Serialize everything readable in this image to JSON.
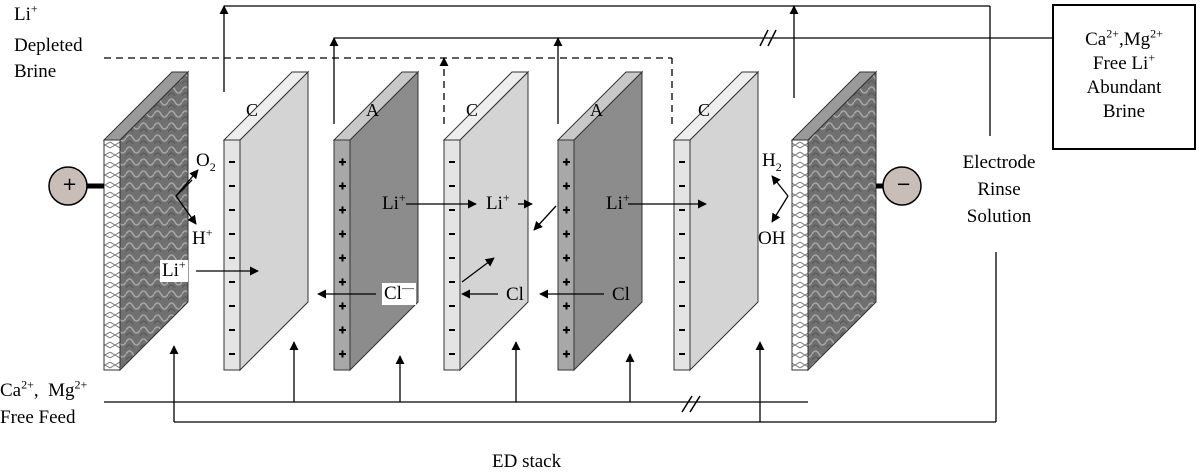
{
  "labels": {
    "depleted_brine": {
      "species": "Li",
      "charge": "+",
      "line2": "Depleted",
      "line3": "Brine"
    },
    "feed": {
      "ca": "Ca",
      "ca_charge": "2+",
      "sep": ",",
      "mg": "Mg",
      "mg_charge": "2+",
      "line2": "Free Feed"
    },
    "stack_caption": "ED stack",
    "rinse": {
      "line1": "Electrode",
      "line2": "Rinse",
      "line3": "Solution"
    },
    "product_box": {
      "ca": "Ca",
      "ca_charge": "2+",
      "sep": ",",
      "mg": "Mg",
      "mg_charge": "2+",
      "line2_a": "Free Li",
      "line2_charge": "+",
      "line3": "Abundant",
      "line4": "Brine"
    }
  },
  "membranes": [
    {
      "type": "C"
    },
    {
      "type": "A"
    },
    {
      "type": "C"
    },
    {
      "type": "A"
    },
    {
      "type": "C"
    }
  ],
  "electrodes": {
    "anode_sign": "+",
    "cathode_sign": "−"
  },
  "species": {
    "o2": "O",
    "o2_sub": "2",
    "h_plus": "H",
    "h_plus_charge": "+",
    "h2": "H",
    "h2_sub": "2",
    "oh": "OH",
    "li": "Li",
    "li_charge": "+",
    "cl_minus": "Cl",
    "cl_minus_charge": "—",
    "cl": "Cl"
  },
  "colors": {
    "cation_membrane": "#d4d4d4",
    "anion_membrane": "#8c8c8c",
    "electrode": "#777777",
    "electrode_sign_bg": "#c9bdb8"
  }
}
